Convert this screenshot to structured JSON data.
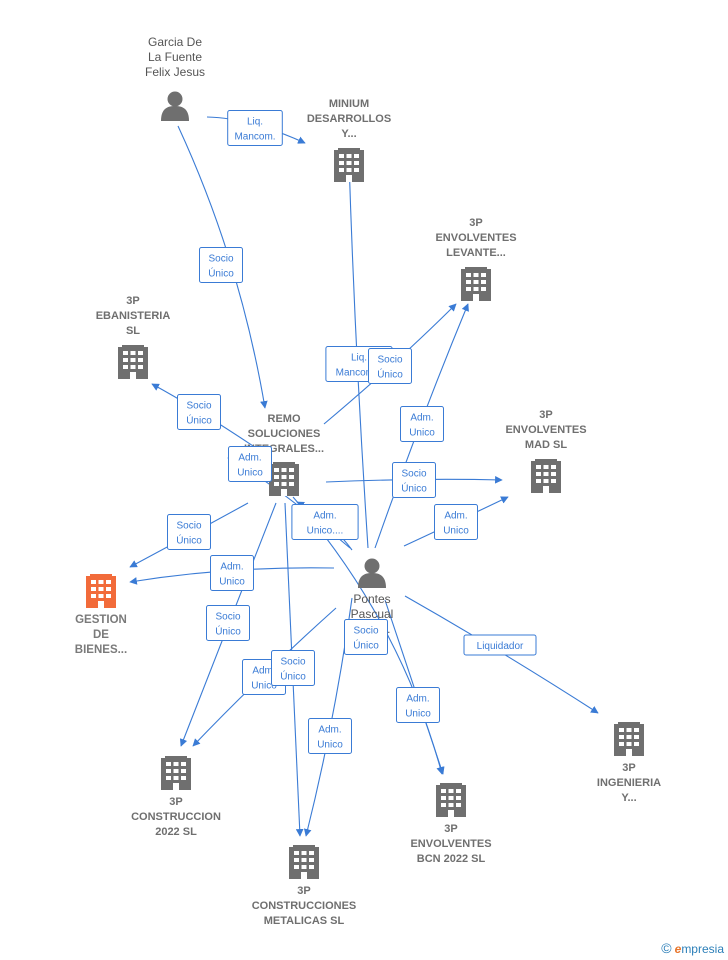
{
  "colors": {
    "edge": "#3a7bd5",
    "building": "#6f6f6f",
    "highlight": "#f26b3a",
    "person": "#6f6f6f"
  },
  "nodes": [
    {
      "id": "garcia",
      "kind": "person",
      "label": [
        "Garcia De",
        "La Fuente",
        "Felix Jesus"
      ]
    },
    {
      "id": "pontes",
      "kind": "person",
      "label": [
        "Pontes",
        "Pascual",
        "F…o…"
      ]
    },
    {
      "id": "minium",
      "kind": "company",
      "label": [
        "MINIUM",
        "DESARROLLOS",
        "Y..."
      ]
    },
    {
      "id": "envlev",
      "kind": "company",
      "label": [
        "3P",
        "ENVOLVENTES",
        "LEVANTE..."
      ]
    },
    {
      "id": "ebanisteria",
      "kind": "company",
      "label": [
        "3P",
        "EBANISTERIA",
        "SL"
      ]
    },
    {
      "id": "remo",
      "kind": "company",
      "label": [
        "REMO",
        "SOLUCIONES",
        "INTEGRALES..."
      ]
    },
    {
      "id": "envmad",
      "kind": "company",
      "label": [
        "3P",
        "ENVOLVENTES",
        "MAD  SL"
      ]
    },
    {
      "id": "gestion",
      "kind": "company-highlight",
      "label": [
        "GESTION",
        "DE",
        "BIENES..."
      ]
    },
    {
      "id": "ingenieria",
      "kind": "company",
      "label": [
        "3P",
        "INGENIERIA",
        "Y..."
      ]
    },
    {
      "id": "construccion",
      "kind": "company",
      "label": [
        "3P",
        "CONSTRUCCION",
        "2022  SL"
      ]
    },
    {
      "id": "envbcn",
      "kind": "company",
      "label": [
        "3P",
        "ENVOLVENTES",
        "BCN 2022  SL"
      ]
    },
    {
      "id": "metalicas",
      "kind": "company",
      "label": [
        "3P",
        "CONSTRUCCIONES",
        "METALICAS  SL"
      ]
    }
  ],
  "edges": [
    {
      "from": "garcia",
      "to": "minium",
      "label": [
        "Liq.",
        "Mancom."
      ]
    },
    {
      "from": "garcia",
      "to": "remo",
      "label": [
        "Socio",
        "Único"
      ]
    },
    {
      "from": "pontes",
      "to": "minium",
      "label": [
        "Liq.",
        "Mancom..."
      ]
    },
    {
      "from": "remo",
      "to": "envlev",
      "label": [
        "Socio",
        "Único"
      ]
    },
    {
      "from": "pontes",
      "to": "envlev",
      "label": [
        "Adm.",
        "Unico"
      ]
    },
    {
      "from": "remo",
      "to": "ebanisteria",
      "label": [
        "Socio",
        "Único"
      ]
    },
    {
      "from": "pontes",
      "to": "ebanisteria",
      "label": [
        "Adm.",
        "Unico"
      ]
    },
    {
      "from": "remo",
      "to": "envmad",
      "label": [
        "Socio",
        "Único"
      ]
    },
    {
      "from": "pontes",
      "to": "envmad",
      "label": [
        "Adm.",
        "Unico"
      ]
    },
    {
      "from": "pontes",
      "to": "remo",
      "label": [
        "Adm.",
        "Unico...."
      ]
    },
    {
      "from": "remo",
      "to": "gestion",
      "label": [
        "Socio",
        "Único"
      ]
    },
    {
      "from": "pontes",
      "to": "gestion",
      "label": [
        "Adm.",
        "Unico"
      ]
    },
    {
      "from": "pontes",
      "to": "ingenieria",
      "label": [
        "Liquidador"
      ]
    },
    {
      "from": "remo",
      "to": "construccion",
      "label": [
        "Socio",
        "Único"
      ]
    },
    {
      "from": "pontes",
      "to": "construccion",
      "label": [
        "Adm.",
        "Unico"
      ]
    },
    {
      "from": "remo",
      "to": "metalicas",
      "label": [
        "Socio",
        "Único"
      ]
    },
    {
      "from": "pontes",
      "to": "metalicas",
      "label": [
        "Adm.",
        "Unico"
      ]
    },
    {
      "from": "remo",
      "to": "envbcn",
      "label": [
        "Socio",
        "Único"
      ]
    },
    {
      "from": "pontes",
      "to": "envbcn",
      "label": [
        "Adm.",
        "Unico"
      ]
    }
  ],
  "brand": {
    "copyright": "©",
    "name_first": "e",
    "name_rest": "mpresia"
  }
}
